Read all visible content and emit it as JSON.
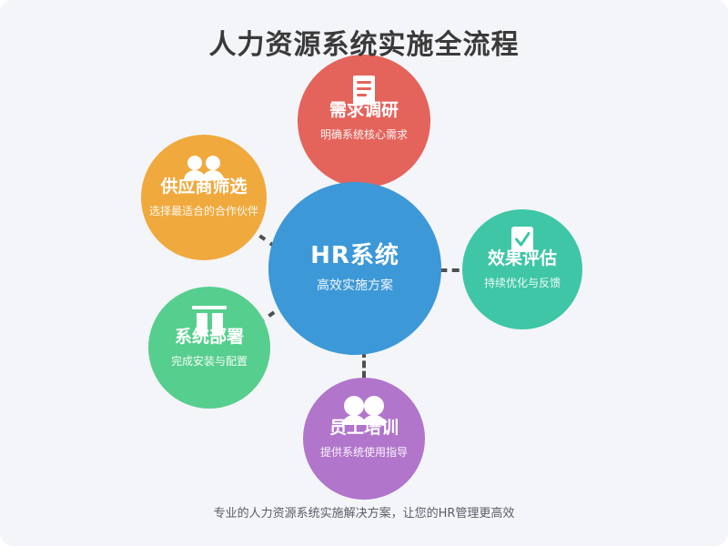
{
  "page": {
    "title": "人力资源系统实施全流程",
    "footer": "专业的人力资源系统实施解决方案，让您的HR管理更高效",
    "background_color": "#f4f5f9",
    "title_color": "#3a3a3a",
    "connector_color": "#4f4f4f"
  },
  "center": {
    "title": "HR系统",
    "desc": "高效实施方案",
    "color": "#3d98d8",
    "icon": "none"
  },
  "nodes": [
    {
      "id": "research",
      "title": "需求调研",
      "desc": "明确系统核心需求",
      "color": "#e4645c",
      "icon": "document-lines-icon",
      "position": "top"
    },
    {
      "id": "vendor",
      "title": "供应商筛选",
      "desc": "选择最适合的合作伙伴",
      "color": "#f0a93d",
      "icon": "two-users-icon",
      "position": "left-upper"
    },
    {
      "id": "deploy",
      "title": "系统部署",
      "desc": "完成安装与配置",
      "color": "#56ce8d",
      "icon": "server-rack-icon",
      "position": "left-lower"
    },
    {
      "id": "training",
      "title": "员工培训",
      "desc": "提供系统使用指导",
      "color": "#b175cb",
      "icon": "two-users-icon",
      "position": "bottom"
    },
    {
      "id": "evaluate",
      "title": "效果评估",
      "desc": "持续优化与反馈",
      "color": "#3ec6a6",
      "icon": "check-square-icon",
      "position": "right"
    }
  ]
}
